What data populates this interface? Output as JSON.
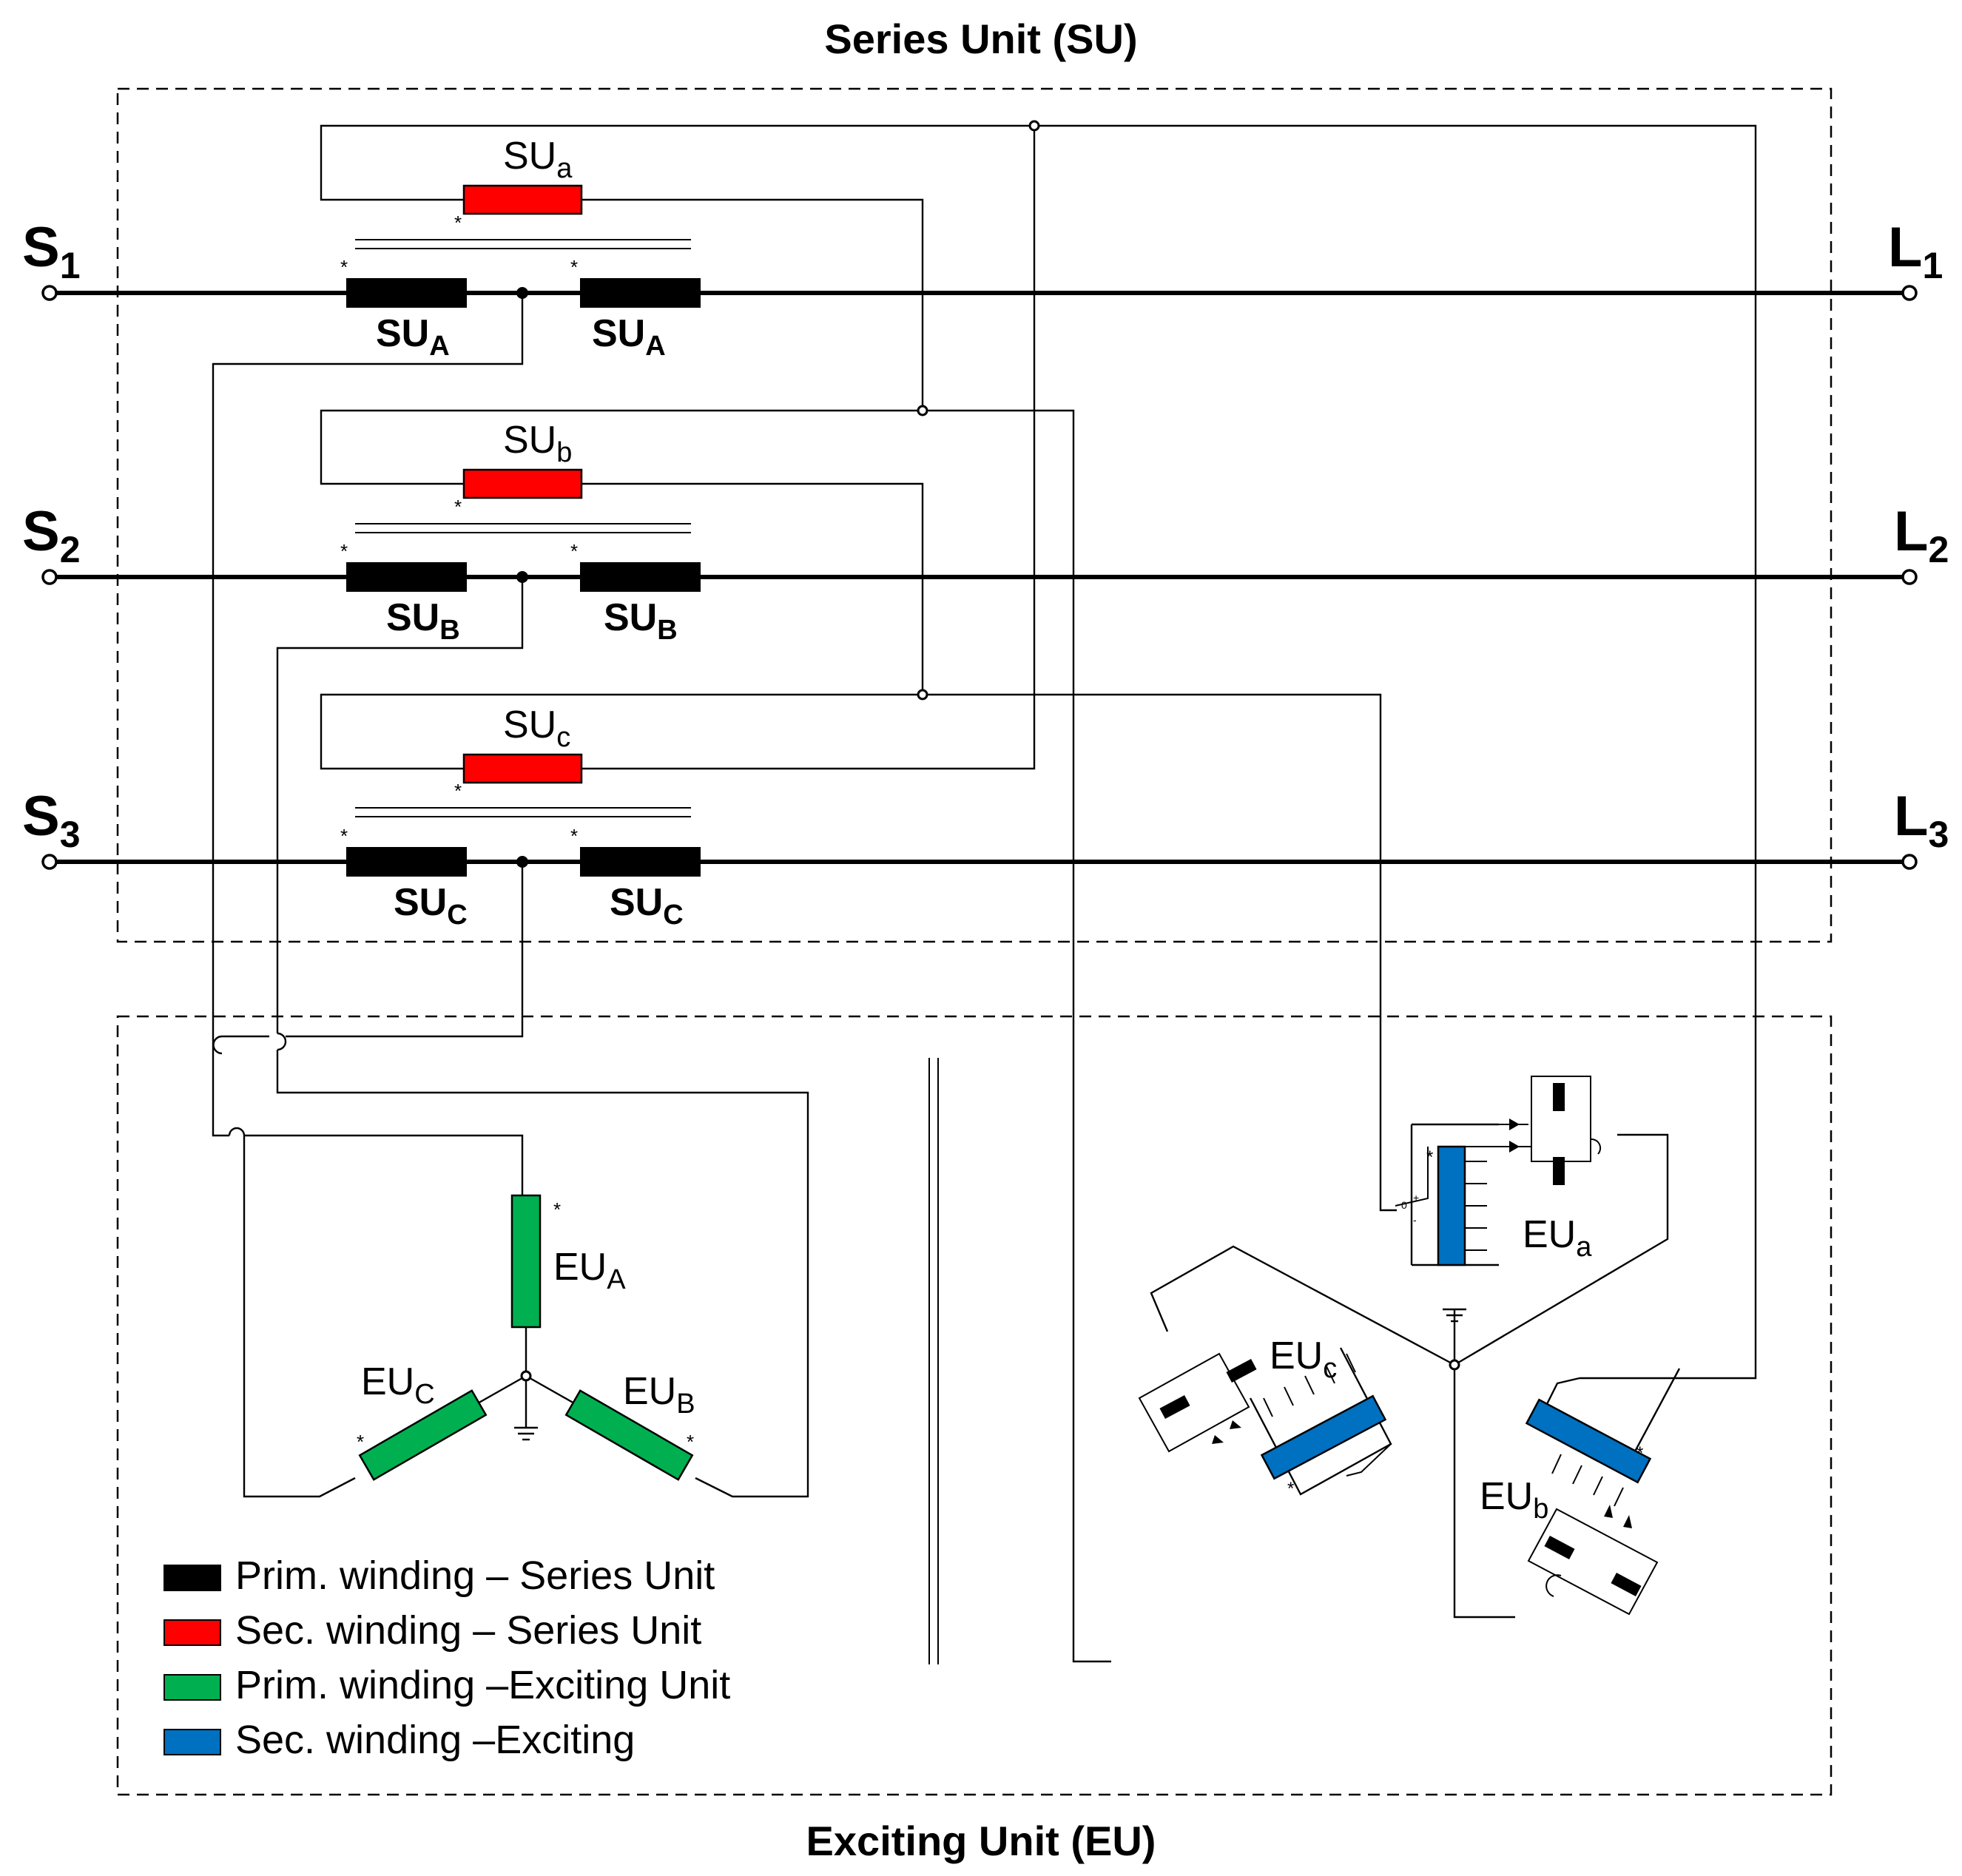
{
  "titles": {
    "series_unit": "Series Unit (SU)",
    "exciting_unit": "Exciting Unit (EU)"
  },
  "terminals": {
    "sources": [
      {
        "main": "S",
        "sub": "1"
      },
      {
        "main": "S",
        "sub": "2"
      },
      {
        "main": "S",
        "sub": "3"
      }
    ],
    "loads": [
      {
        "main": "L",
        "sub": "1"
      },
      {
        "main": "L",
        "sub": "2"
      },
      {
        "main": "L",
        "sub": "3"
      }
    ]
  },
  "series_unit": {
    "primary_windings": [
      {
        "main": "SU",
        "sub": "A"
      },
      {
        "main": "SU",
        "sub": "B"
      },
      {
        "main": "SU",
        "sub": "C"
      }
    ],
    "secondary_windings": [
      {
        "main": "SU",
        "sub": "a"
      },
      {
        "main": "SU",
        "sub": "b"
      },
      {
        "main": "SU",
        "sub": "c"
      }
    ],
    "polarity_mark": "*"
  },
  "exciting_unit": {
    "primary_windings": [
      {
        "main": "EU",
        "sub": "A"
      },
      {
        "main": "EU",
        "sub": "B"
      },
      {
        "main": "EU",
        "sub": "C"
      }
    ],
    "secondary_windings": [
      {
        "main": "EU",
        "sub": "a"
      },
      {
        "main": "EU",
        "sub": "b"
      },
      {
        "main": "EU",
        "sub": "c"
      }
    ],
    "tap_marks": {
      "zero": "0",
      "plus": "+",
      "minus": "-"
    }
  },
  "legend": [
    {
      "label": "Prim. winding – Series Unit",
      "color": "#000000"
    },
    {
      "label": "Sec. winding – Series Unit",
      "color": "#ff0000"
    },
    {
      "label": "Prim. winding –Exciting Unit",
      "color": "#00b050"
    },
    {
      "label": "Sec. winding –Exciting",
      "color": "#0070c0"
    }
  ],
  "colors": {
    "prim_series": "#000000",
    "sec_series": "#ff0000",
    "prim_exciting": "#00b050",
    "sec_exciting": "#0070c0"
  }
}
